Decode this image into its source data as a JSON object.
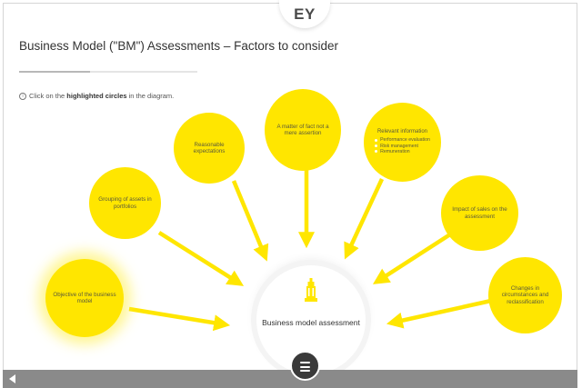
{
  "header": {
    "logo": "EY",
    "title": "Business Model (\"BM\") Assessments – Factors to consider"
  },
  "progress": {
    "fraction": 0.4
  },
  "instruction": {
    "icon": "info-icon",
    "prefix": "Click on the ",
    "emphasis": "highlighted circles",
    "suffix": " in the diagram."
  },
  "diagram": {
    "center_label": "Business model assessment",
    "center_icon": "tower-icon",
    "nodes": [
      {
        "id": "objective",
        "label": "Objective of the business model",
        "highlighted": true
      },
      {
        "id": "grouping",
        "label": "Grouping of assets in portfolios",
        "highlighted": false
      },
      {
        "id": "reasonable",
        "label": "Reasonable expectations",
        "highlighted": false
      },
      {
        "id": "matter-of-fact",
        "label": "A matter of fact not a mere assertion",
        "highlighted": false
      },
      {
        "id": "relevant-info",
        "label": "Relevant information",
        "highlighted": false,
        "items": [
          "Performance evaluation",
          "Risk management",
          "Remuneration"
        ]
      },
      {
        "id": "impact-of-sales",
        "label": "Impact of sales on the assessment",
        "highlighted": false
      },
      {
        "id": "changes",
        "label": "Changes in circumstances and reclassification",
        "highlighted": false
      }
    ]
  },
  "footer": {
    "back_icon": "back-arrow-icon",
    "menu_icon": "menu-icon"
  },
  "colors": {
    "ey_yellow": "#ffe600",
    "footer_gray": "#8a8a8a",
    "menu_dark": "#3a3a3a"
  }
}
